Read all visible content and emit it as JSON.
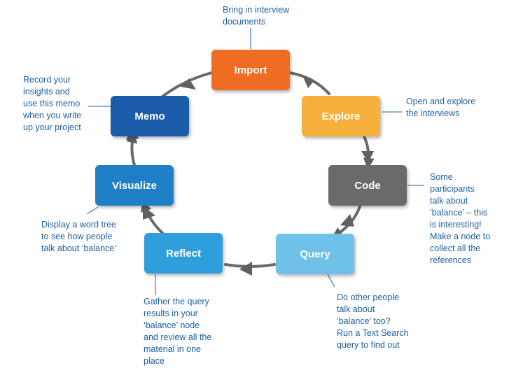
{
  "steps": {
    "import": {
      "label": "Import",
      "color": "#ef6c23"
    },
    "explore": {
      "label": "Explore",
      "color": "#f6b13c"
    },
    "code": {
      "label": "Code",
      "color": "#6a6a6a"
    },
    "query": {
      "label": "Query",
      "color": "#6fc1ea"
    },
    "reflect": {
      "label": "Reflect",
      "color": "#2f9fdc"
    },
    "visualize": {
      "label": "Visualize",
      "color": "#1f7fc6"
    },
    "memo": {
      "label": "Memo",
      "color": "#1a5ca8"
    }
  },
  "notes": {
    "import": "Bring in interview\ndocuments",
    "explore": "Open and explore\nthe interviews",
    "code": "Some\nparticipants\ntalk about\n‘balance’ – this\nis interesting!\nMake a node to\ncollect all the\nreferences",
    "query": "Do other people\ntalk about\n‘balance’ too?\nRun a Text Search\nquery to find out",
    "reflect": "Gather the query\nresults in your\n‘balance’ node\nand review all the\nmaterial in one\nplace",
    "visualize": "Display a word tree\nto see how people\ntalk about ‘balance’",
    "memo": "Record your\ninsights and\nuse this memo\nwhen you write\nup your project"
  },
  "colors": {
    "arrow": "#606060",
    "leader": "#1f5fa0",
    "note_text": "#1f5fa0"
  }
}
